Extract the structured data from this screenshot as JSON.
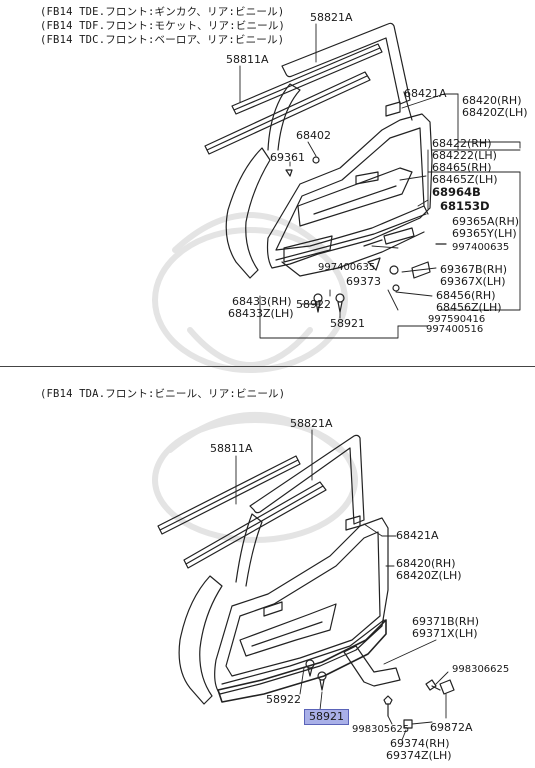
{
  "top_notes": [
    "(FB14 TDE.フロント:ギンカク、リア:ビニール)",
    "(FB14 TDF.フロント:モケット、リア:ビニール)",
    "(FB14 TDC.フロント:ベーロア、リア:ビニール)"
  ],
  "bottom_note": "(FB14 TDA.フロント:ビニール、リア:ビニール)",
  "top_parts": {
    "p58821A": "58821A",
    "p58811A": "58811A",
    "p68421A": "68421A",
    "p68420RH": "68420(RH)",
    "p68420LH": "68420Z(LH)",
    "p68402": "68402",
    "p69361": "69361",
    "p68422RH": "68422(RH)",
    "p68422LH": "684222(LH)",
    "p68465RH": "68465(RH)",
    "p68465LH": "68465Z(LH)",
    "p68964B": "68964B",
    "p68153D": "68153D",
    "p69365A": "69365A(RH)",
    "p69365Y": "69365Y(LH)",
    "p997400635a": "997400635",
    "p997400635b": "997400635",
    "p69373": "69373",
    "p69367B": "69367B(RH)",
    "p69367X": "69367X(LH)",
    "p68456RH": "68456(RH)",
    "p68456LH": "68456Z(LH)",
    "p997590416": "997590416",
    "p997400516": "997400516",
    "p68433RH": "68433(RH)",
    "p68433LH": "68433Z(LH)",
    "p58922": "58922",
    "p58921": "58921"
  },
  "bottom_parts": {
    "p58821A": "58821A",
    "p58811A": "58811A",
    "p68421A": "68421A",
    "p68420RH": "68420(RH)",
    "p68420LH": "68420Z(LH)",
    "p69371B": "69371B(RH)",
    "p69371X": "69371X(LH)",
    "p998306625a": "998306625",
    "p998306625b": "998305625",
    "p58922": "58922",
    "p58921": "58921",
    "p69872A": "69872A",
    "p69374RH": "69374(RH)",
    "p69374LH": "69374Z(LH)"
  },
  "highlight_color": "#a9b0e8"
}
